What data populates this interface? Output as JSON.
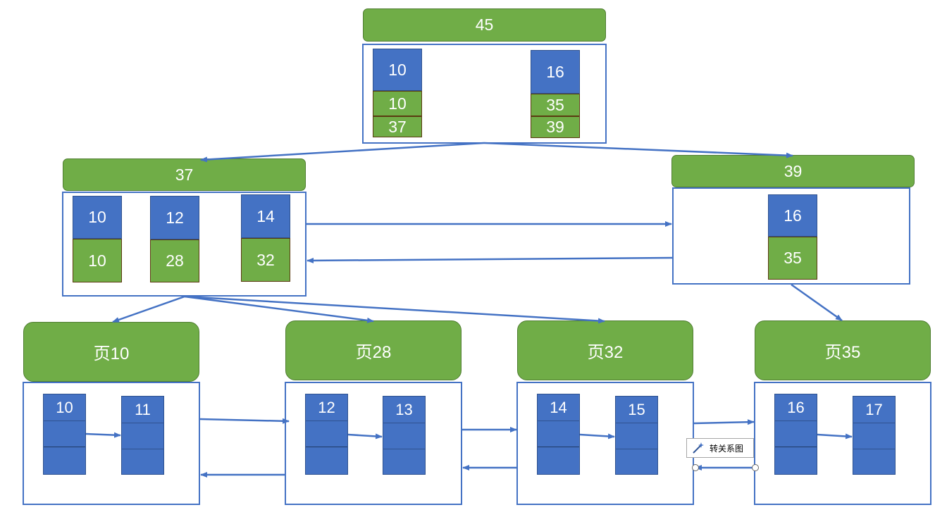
{
  "root": {
    "header": "45",
    "entries": [
      {
        "key": "10",
        "vals": [
          "10",
          "37"
        ]
      },
      {
        "key": "16",
        "vals": [
          "35",
          "39"
        ]
      }
    ]
  },
  "mid_left": {
    "header": "37",
    "entries": [
      {
        "key": "10",
        "val": "10"
      },
      {
        "key": "12",
        "val": "28"
      },
      {
        "key": "14",
        "val": "32"
      }
    ]
  },
  "mid_right": {
    "header": "39",
    "entries": [
      {
        "key": "16",
        "val": "35"
      }
    ]
  },
  "leaves": [
    {
      "header": "页10",
      "records": [
        "10",
        "11"
      ]
    },
    {
      "header": "页28",
      "records": [
        "12",
        "13"
      ]
    },
    {
      "header": "页32",
      "records": [
        "14",
        "15"
      ]
    },
    {
      "header": "页35",
      "records": [
        "16",
        "17"
      ]
    }
  ],
  "tooltip": {
    "label": "转关系图",
    "icon": "magic-wand-icon"
  },
  "colors": {
    "green": "#70ad47",
    "blue": "#4472c4",
    "arrow": "#4472c4"
  }
}
